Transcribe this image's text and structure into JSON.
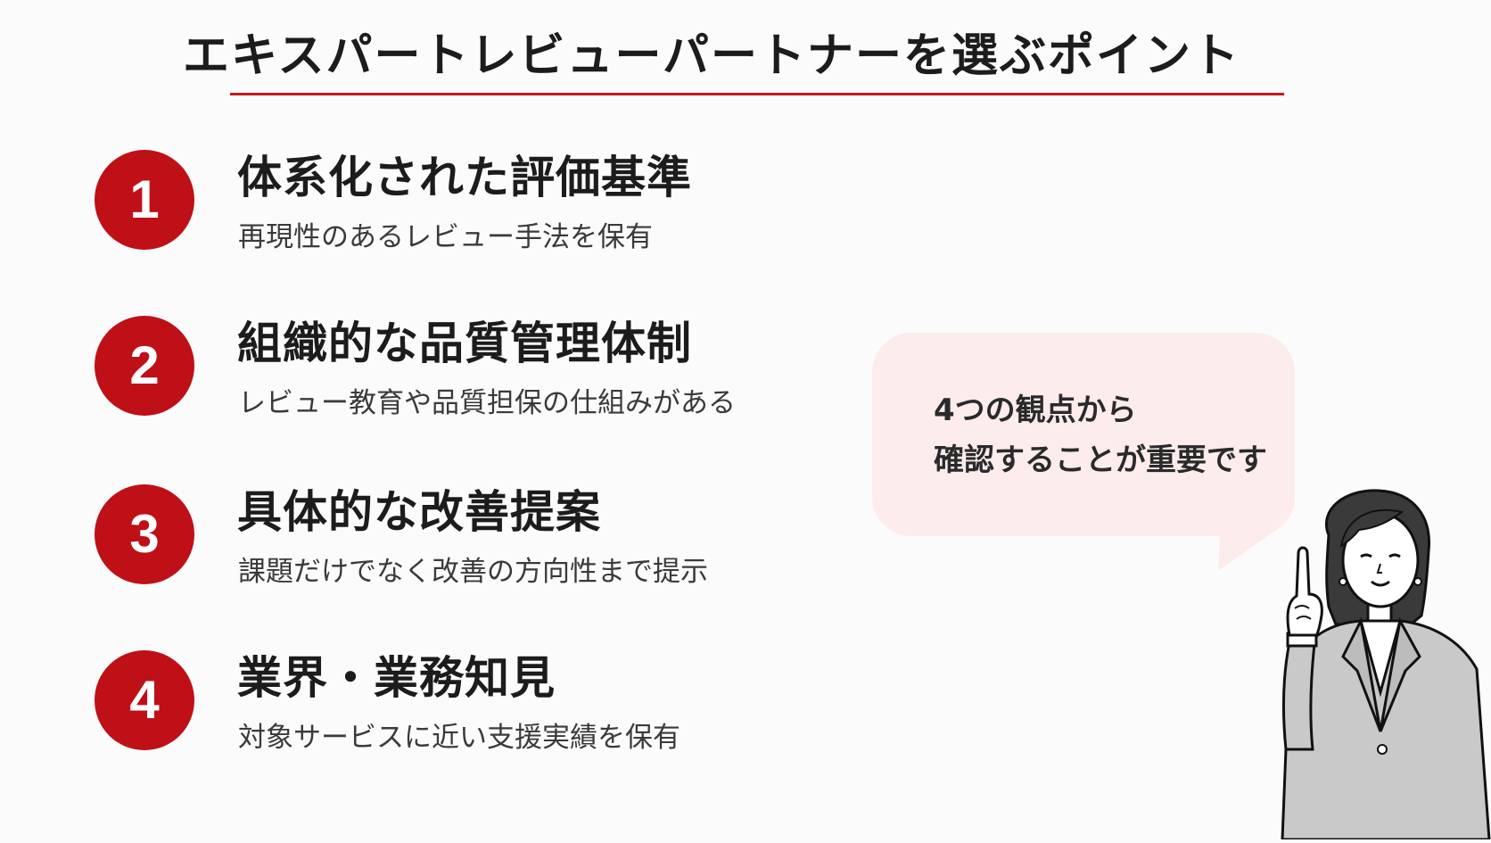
{
  "slide": {
    "title": "エキスパートレビューパートナーを選ぶポイント",
    "accent_color": "#c8161d",
    "points": [
      {
        "number": "1",
        "title": "体系化された評価基準",
        "description": "再現性のあるレビュー手法を保有"
      },
      {
        "number": "2",
        "title": "組織的な品質管理体制",
        "description": "レビュー教育や品質担保の仕組みがある"
      },
      {
        "number": "3",
        "title": "具体的な改善提案",
        "description": "課題だけでなく改善の方向性まで提示"
      },
      {
        "number": "4",
        "title": "業界・業務知見",
        "description": "対象サービスに近い支援実績を保有"
      }
    ],
    "bubble": {
      "line1": "4つの観点から",
      "line2": "確認することが重要です",
      "color": "#fcecec"
    },
    "illustration": "businesswoman-pointing-up"
  }
}
